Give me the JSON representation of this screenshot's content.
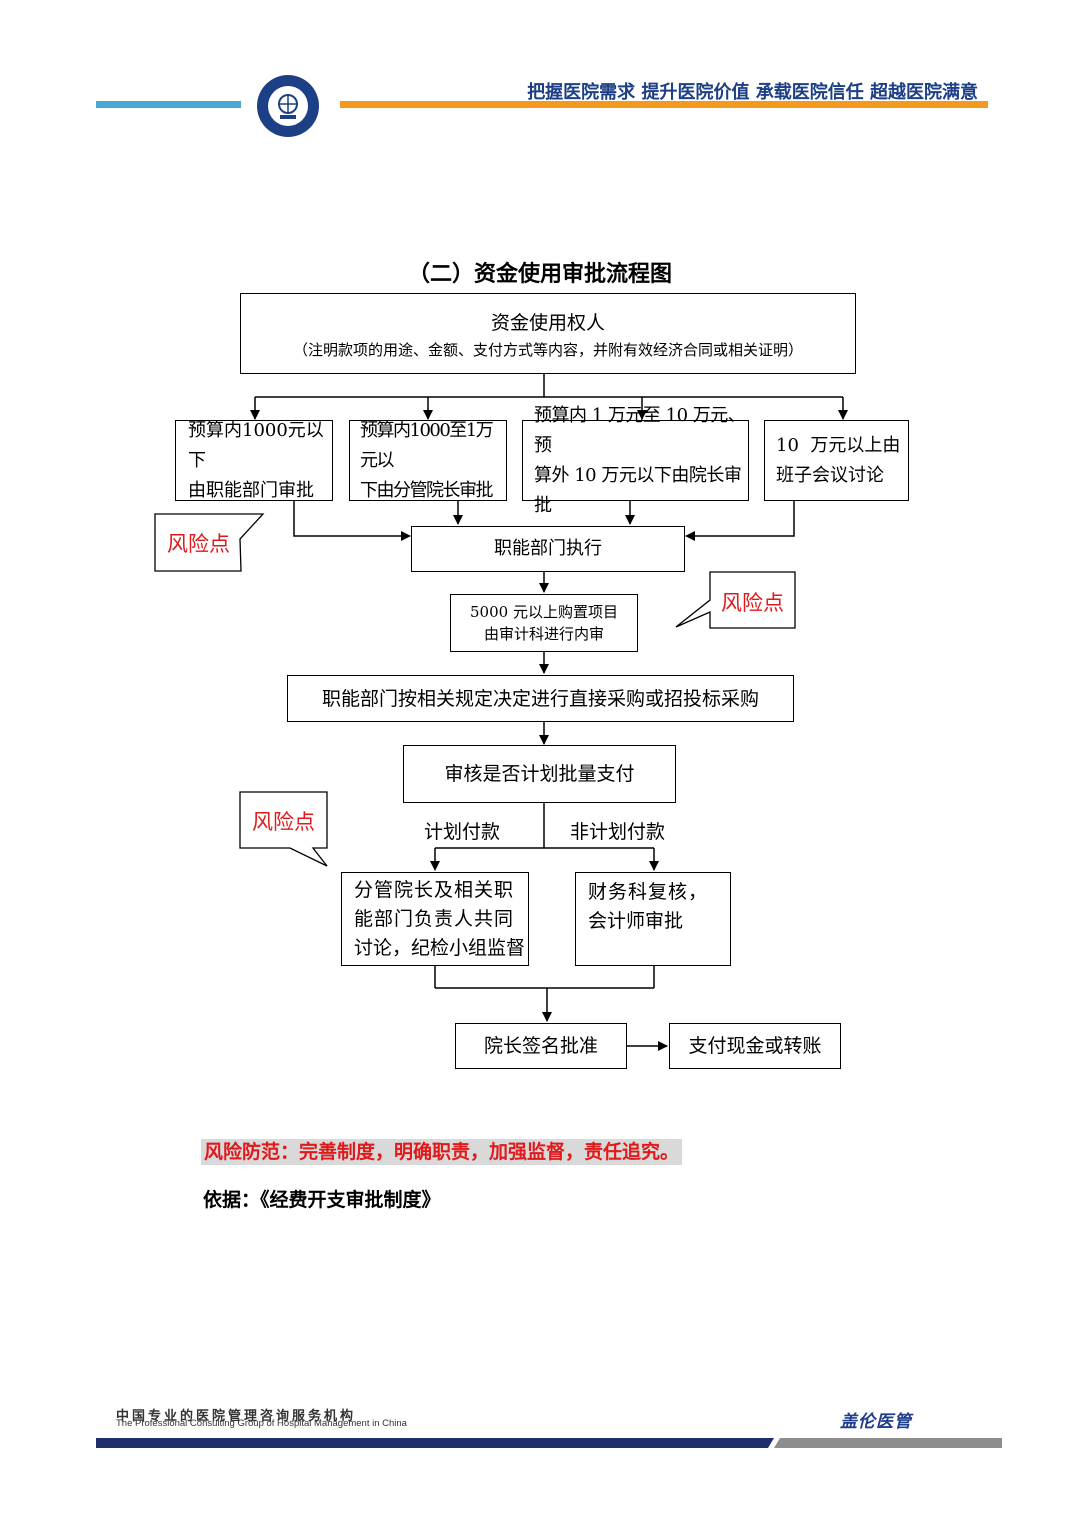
{
  "header": {
    "slogan": "把握医院需求  提升医院价值  承载医院信任    超越医院满意"
  },
  "title": "（二）资金使用审批流程图",
  "flow": {
    "top_line1": "资金使用权人",
    "top_line2": "（注明款项的用途、金额、支付方式等内容，并附有效经济合同或相关证明）",
    "branch1": [
      "预算内1000元以下",
      "由职能部门审批"
    ],
    "branch2": [
      "预算内1000至1万元以",
      "下由分管院长审批"
    ],
    "branch3": [
      "预算内 1 万元至 10 万元、预",
      "算外 10 万元以下由院长审批"
    ],
    "branch4": [
      "10  万元以上由",
      "班子会议讨论"
    ],
    "execute": "职能部门执行",
    "audit": [
      "5000 元以上购置项目",
      "由审计科进行内审"
    ],
    "procure": "职能部门按相关规定决定进行直接采购或招投标采购",
    "review": "审核是否计划批量支付",
    "planned_label": "计划付款",
    "unplanned_label": "非计划付款",
    "planned_box": [
      "分管院长及相关职",
      "能部门负责人共同",
      "讨论，纪检小组监督"
    ],
    "unplanned_box": [
      "财务科复核，",
      "会计师审批"
    ],
    "director": "院长签名批准",
    "pay": "支付现金或转账",
    "risk_label": "风险点"
  },
  "prevention": "风险防范：完善制度，明确职责，加强监督，责任追究。",
  "basis": "依据：《经费开支审批制度》",
  "footer": {
    "cn": "中国专业的医院管理咨询服务机构",
    "en": "The Professional Consulting Group of Hospital Management in China",
    "brand": "盖伦医管"
  },
  "colors": {
    "slogan": "#1d3f86",
    "risk": "#e0191b",
    "header_blue": "#49a9d3",
    "header_orange": "#f39a1e",
    "footer_navy": "#1f2f6e"
  }
}
